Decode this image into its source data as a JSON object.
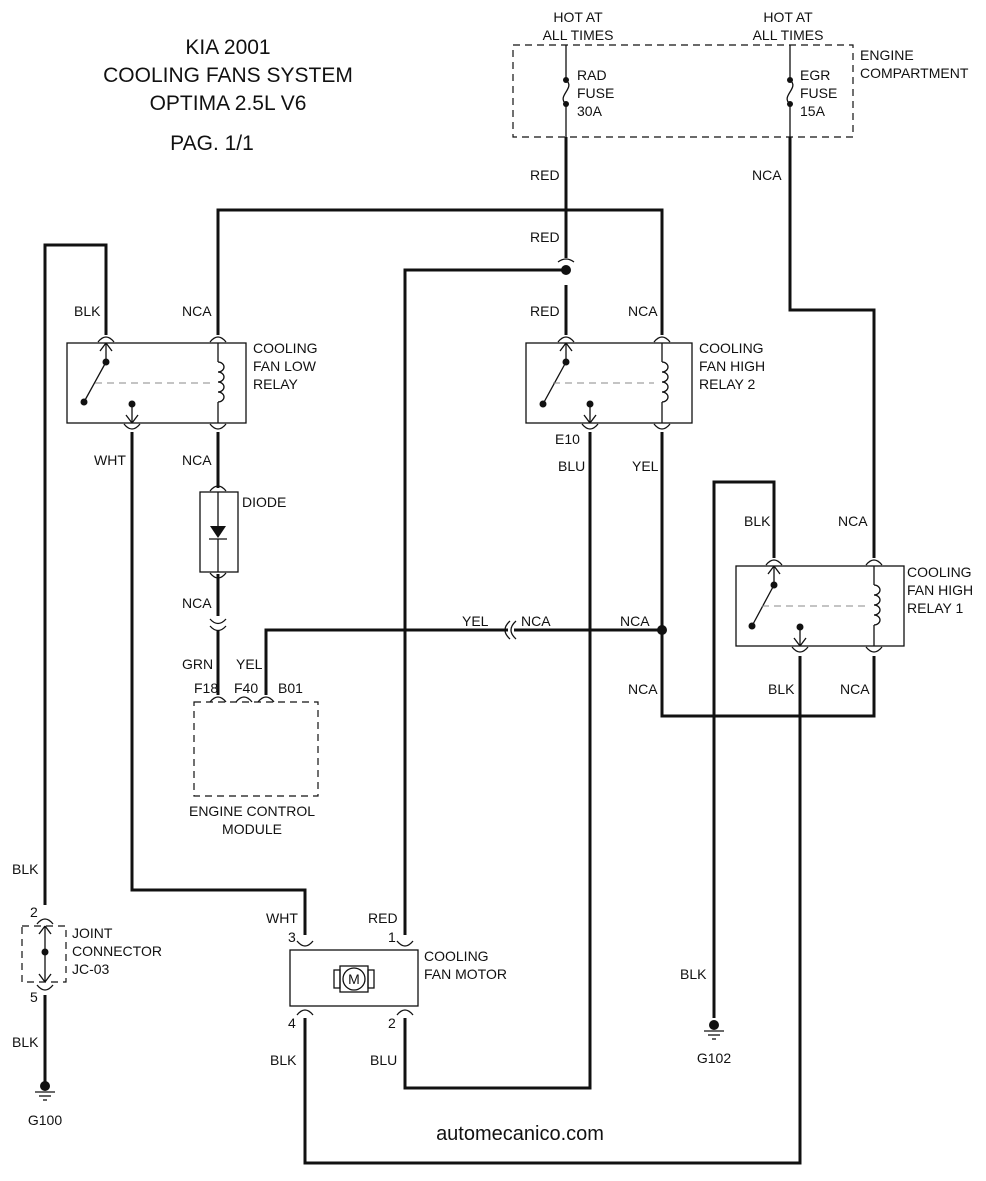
{
  "title": {
    "line1": "KIA 2001",
    "line2": "COOLING FANS SYSTEM",
    "line3": "OPTIMA 2.5L V6",
    "page": "PAG. 1/1"
  },
  "watermark": "automecanico.com",
  "power": {
    "rad": {
      "hot1": "HOT AT",
      "hot2": "ALL TIMES",
      "l1": "RAD",
      "l2": "FUSE",
      "l3": "30A"
    },
    "egr": {
      "hot1": "HOT AT",
      "hot2": "ALL TIMES",
      "l1": "EGR",
      "l2": "FUSE",
      "l3": "15A"
    },
    "compartment1": "ENGINE",
    "compartment2": "COMPARTMENT"
  },
  "components": {
    "low_relay": [
      "COOLING",
      "FAN LOW",
      "RELAY"
    ],
    "high_relay2": [
      "COOLING",
      "FAN HIGH",
      "RELAY 2"
    ],
    "high_relay1": [
      "COOLING",
      "FAN HIGH",
      "RELAY 1"
    ],
    "diode": "DIODE",
    "ecm": [
      "ENGINE CONTROL",
      "MODULE"
    ],
    "joint": [
      "JOINT",
      "CONNECTOR",
      "JC-03"
    ],
    "motor": [
      "COOLING",
      "FAN MOTOR"
    ],
    "motor_symbol": "M"
  },
  "grounds": {
    "g100": "G100",
    "g102": "G102"
  },
  "wires": {
    "red_fuse": "RED",
    "nca_egr": "NCA",
    "red_mid": "RED",
    "red_relay2": "RED",
    "nca_relay2": "NCA",
    "blk_low": "BLK",
    "nca_low": "NCA",
    "wht_low": "WHT",
    "nca_low_bottom": "NCA",
    "nca_diode": "NCA",
    "grn": "GRN",
    "yel_ecm": "YEL",
    "e10": "E10",
    "blu_relay2": "BLU",
    "yel_relay2": "YEL",
    "blk_relay1": "BLK",
    "nca_relay1": "NCA",
    "yel_conn": "YEL",
    "nca_conn": "NCA",
    "nca_splice": "NCA",
    "nca_left_bottom": "NCA",
    "blk_relay1_bottom": "BLK",
    "nca_relay1_bottom": "NCA",
    "blk_joint_top": "BLK",
    "blk_joint_bottom": "BLK",
    "wht_motor": "WHT",
    "red_motor": "RED",
    "blk_motor": "BLK",
    "blu_motor": "BLU",
    "blk_g102": "BLK"
  },
  "pins": {
    "f18": "F18",
    "f40": "F40",
    "b01": "B01",
    "jc_top": "2",
    "jc_bottom": "5",
    "m3": "3",
    "m1": "1",
    "m4": "4",
    "m2": "2"
  }
}
